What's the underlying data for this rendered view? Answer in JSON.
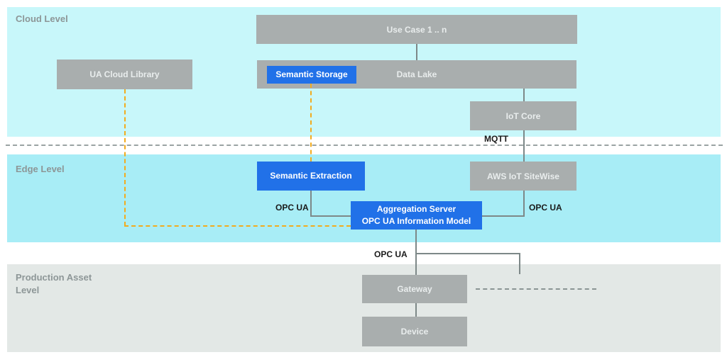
{
  "diagram": {
    "sections": {
      "cloud": {
        "label": "Cloud Level"
      },
      "edge": {
        "label": "Edge Level"
      },
      "production": {
        "label": "Production Asset Level"
      }
    },
    "nodes": {
      "use_case": {
        "label": "Use Case 1 .. n"
      },
      "ua_cloud_library": {
        "label": "UA Cloud Library"
      },
      "data_lake": {
        "label": "Data Lake"
      },
      "semantic_storage": {
        "label": "Semantic Storage"
      },
      "iot_core": {
        "label": "IoT Core"
      },
      "semantic_extraction": {
        "label": "Semantic Extraction"
      },
      "aws_iot_sitewise": {
        "label": "AWS IoT SiteWise"
      },
      "aggregation_server": {
        "line1": "Aggregation Server",
        "line2": "OPC UA Information Model"
      },
      "gateway": {
        "label": "Gateway"
      },
      "device": {
        "label": "Device"
      }
    },
    "connection_labels": {
      "mqtt": "MQTT",
      "opcua_semantic_extraction": "OPC UA",
      "opcua_sitewise": "OPC UA",
      "opcua_gateway": "OPC UA"
    },
    "colors": {
      "cloud_bg": "#c8f7fa",
      "edge_bg": "#a8edf6",
      "production_bg": "#e3e8e6",
      "gray_box": "#a9aeae",
      "blue_box": "#2171e8",
      "connector_gray": "#7d8888",
      "dashed_orange": "#f2ab1e",
      "divider_gray": "#9aa3a3"
    }
  }
}
